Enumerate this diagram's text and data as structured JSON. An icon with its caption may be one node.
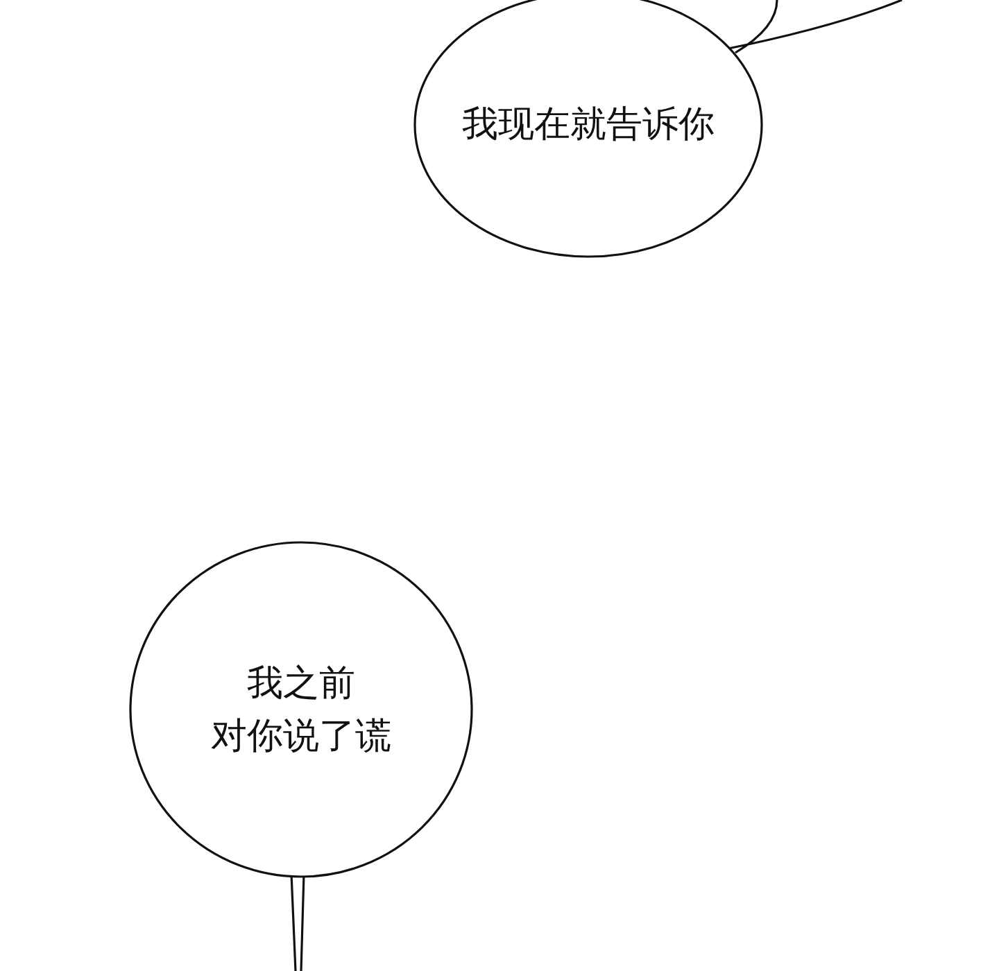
{
  "diagram": {
    "nodes": [
      {
        "text": [
          "我现在就告诉你"
        ]
      },
      {
        "text": [
          "我之前",
          "对你说了谎"
        ]
      }
    ]
  }
}
